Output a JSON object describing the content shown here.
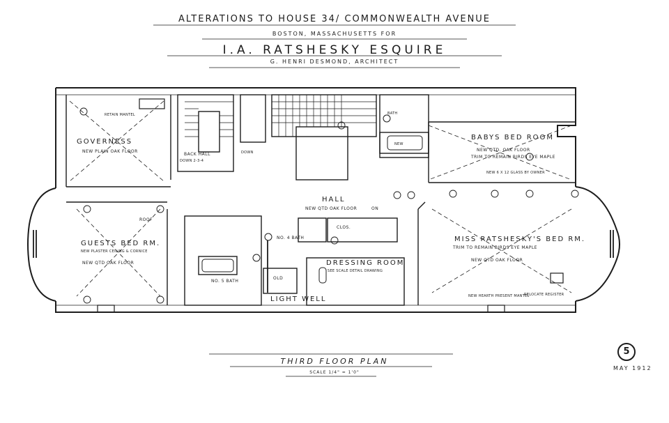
{
  "title_block": {
    "line1": "ALTERATIONS TO HOUSE 34/ COMMONWEALTH AVENUE",
    "line2": "BOSTON, MASSACHUSETTS FOR",
    "client": "I.A. RATSHESKY ESQUIRE",
    "architect": "G. HENRI DESMOND, ARCHITECT"
  },
  "rooms": {
    "governess": "GOVERNESS",
    "governess_floor": "NEW PLAIN OAK FLOOR",
    "retain_mantel": "RETAIN MANTEL",
    "back_hall": "BACK HALL",
    "down_234": "DOWN 2-3-4",
    "down": "DOWN",
    "hall": "HALL",
    "hall_floor": "NEW QTD OAK FLOOR",
    "babys_bed_room": "BABYS BED ROOM",
    "babys_floor": "NEW QTD. OAK FLOOR",
    "babys_trim": "TRIM TO REMAIN BIRDS EYE MAPLE",
    "babys_note": "NEW 6 X 12 GLASS BY OWNER",
    "guests_bed_rm": "GUESTS BED RM.",
    "guests_note": "NEW PLASTER CEILING & CORNICE",
    "guests_floor": "NEW QTD OAK FLOOR",
    "roof": "ROOF",
    "bath_no4": "NO. 4 BATH",
    "bath_no5": "NO. 5 BATH",
    "bath": "BATH",
    "clos": "CLOS.",
    "dressing_room": "DRESSING ROOM",
    "dressing_note": "SEE SCALE DETAIL DRAWING",
    "light_well": "LIGHT WELL",
    "old": "OLD",
    "miss_bed_rm": "MISS RATSHESKY'S BED RM.",
    "miss_trim": "TRIM TO REMAIN BIRDS EYE MAPLE",
    "miss_floor": "NEW QTD OAK FLOOR",
    "relocate_register": "RELOCATE REGISTER",
    "new_mantel": "NEW HEARTH PRESENT MANTEL",
    "new_label": "NEW",
    "on": "ON"
  },
  "plan_title": "THIRD FLOOR PLAN",
  "scale": "SCALE 1/4\" = 1'0\"",
  "sheet_number": "5",
  "date": "MAY 1912"
}
